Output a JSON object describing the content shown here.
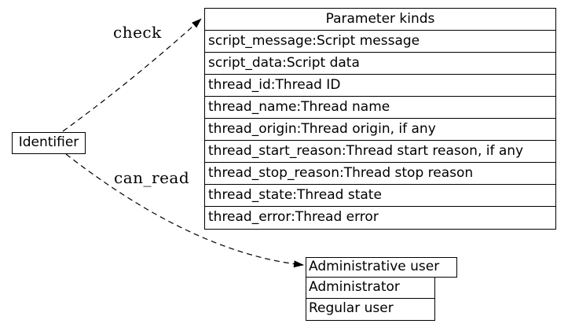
{
  "colors": {
    "background": "#ffffff",
    "line": "#000000",
    "text": "#000000"
  },
  "identifier_node": {
    "label": "Identifier"
  },
  "edges": {
    "check": {
      "label": "check"
    },
    "can_read": {
      "label": "can_read"
    }
  },
  "parameter_table": {
    "title": "Parameter kinds",
    "rows": [
      "script_message:Script message",
      "script_data:Script data",
      "thread_id:Thread ID",
      "thread_name:Thread name",
      "thread_origin:Thread origin, if any",
      "thread_start_reason:Thread start reason, if any",
      "thread_stop_reason:Thread stop reason",
      "thread_state:Thread state",
      "thread_error:Thread error"
    ]
  },
  "user_table": {
    "header": "Administrative user",
    "rows": [
      "Administrator",
      "Regular user"
    ]
  }
}
